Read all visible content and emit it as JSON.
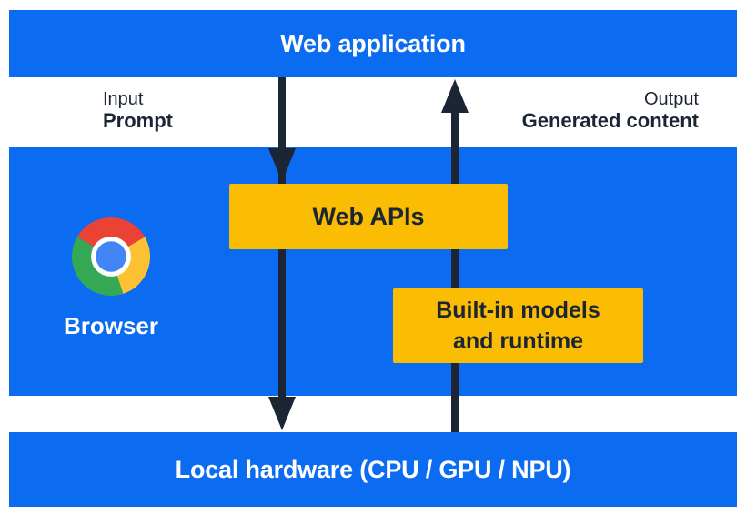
{
  "diagram": {
    "top_layer": {
      "title": "Web application"
    },
    "io_labels": {
      "input": {
        "label": "Input",
        "value": "Prompt"
      },
      "output": {
        "label": "Output",
        "value": "Generated content"
      }
    },
    "browser_layer": {
      "name": "Browser",
      "boxes": {
        "web_apis": {
          "label": "Web APIs"
        },
        "built_in": {
          "line1": "Built-in models",
          "line2": "and runtime"
        }
      }
    },
    "bottom_layer": {
      "title": "Local hardware (CPU / GPU / NPU)"
    },
    "arrows": {
      "down_flow": "web-application-to-local-hardware",
      "up_flow": "local-hardware-to-web-application"
    },
    "icons": {
      "chrome": "chrome-browser-logo"
    },
    "colors": {
      "layer_blue": "#0b6cf2",
      "box_yellow": "#fbbc04",
      "arrow_navy": "#1b2533",
      "text_white": "#ffffff",
      "chrome_red": "#ea4335",
      "chrome_yellow": "#fcc232",
      "chrome_green": "#34a853",
      "chrome_blue": "#4285f4"
    }
  }
}
